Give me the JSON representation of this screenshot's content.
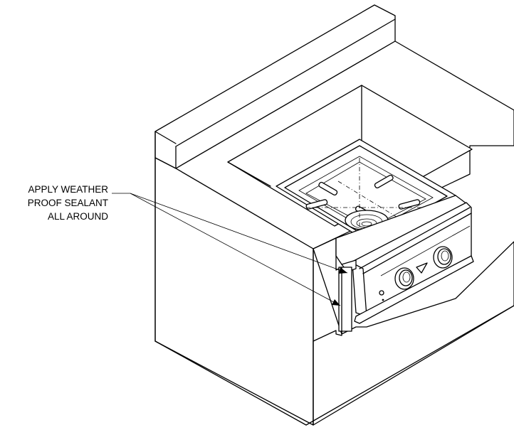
{
  "callout": {
    "lines": [
      "APPLY WEATHER",
      "PROOF SEALANT",
      "ALL AROUND"
    ]
  }
}
